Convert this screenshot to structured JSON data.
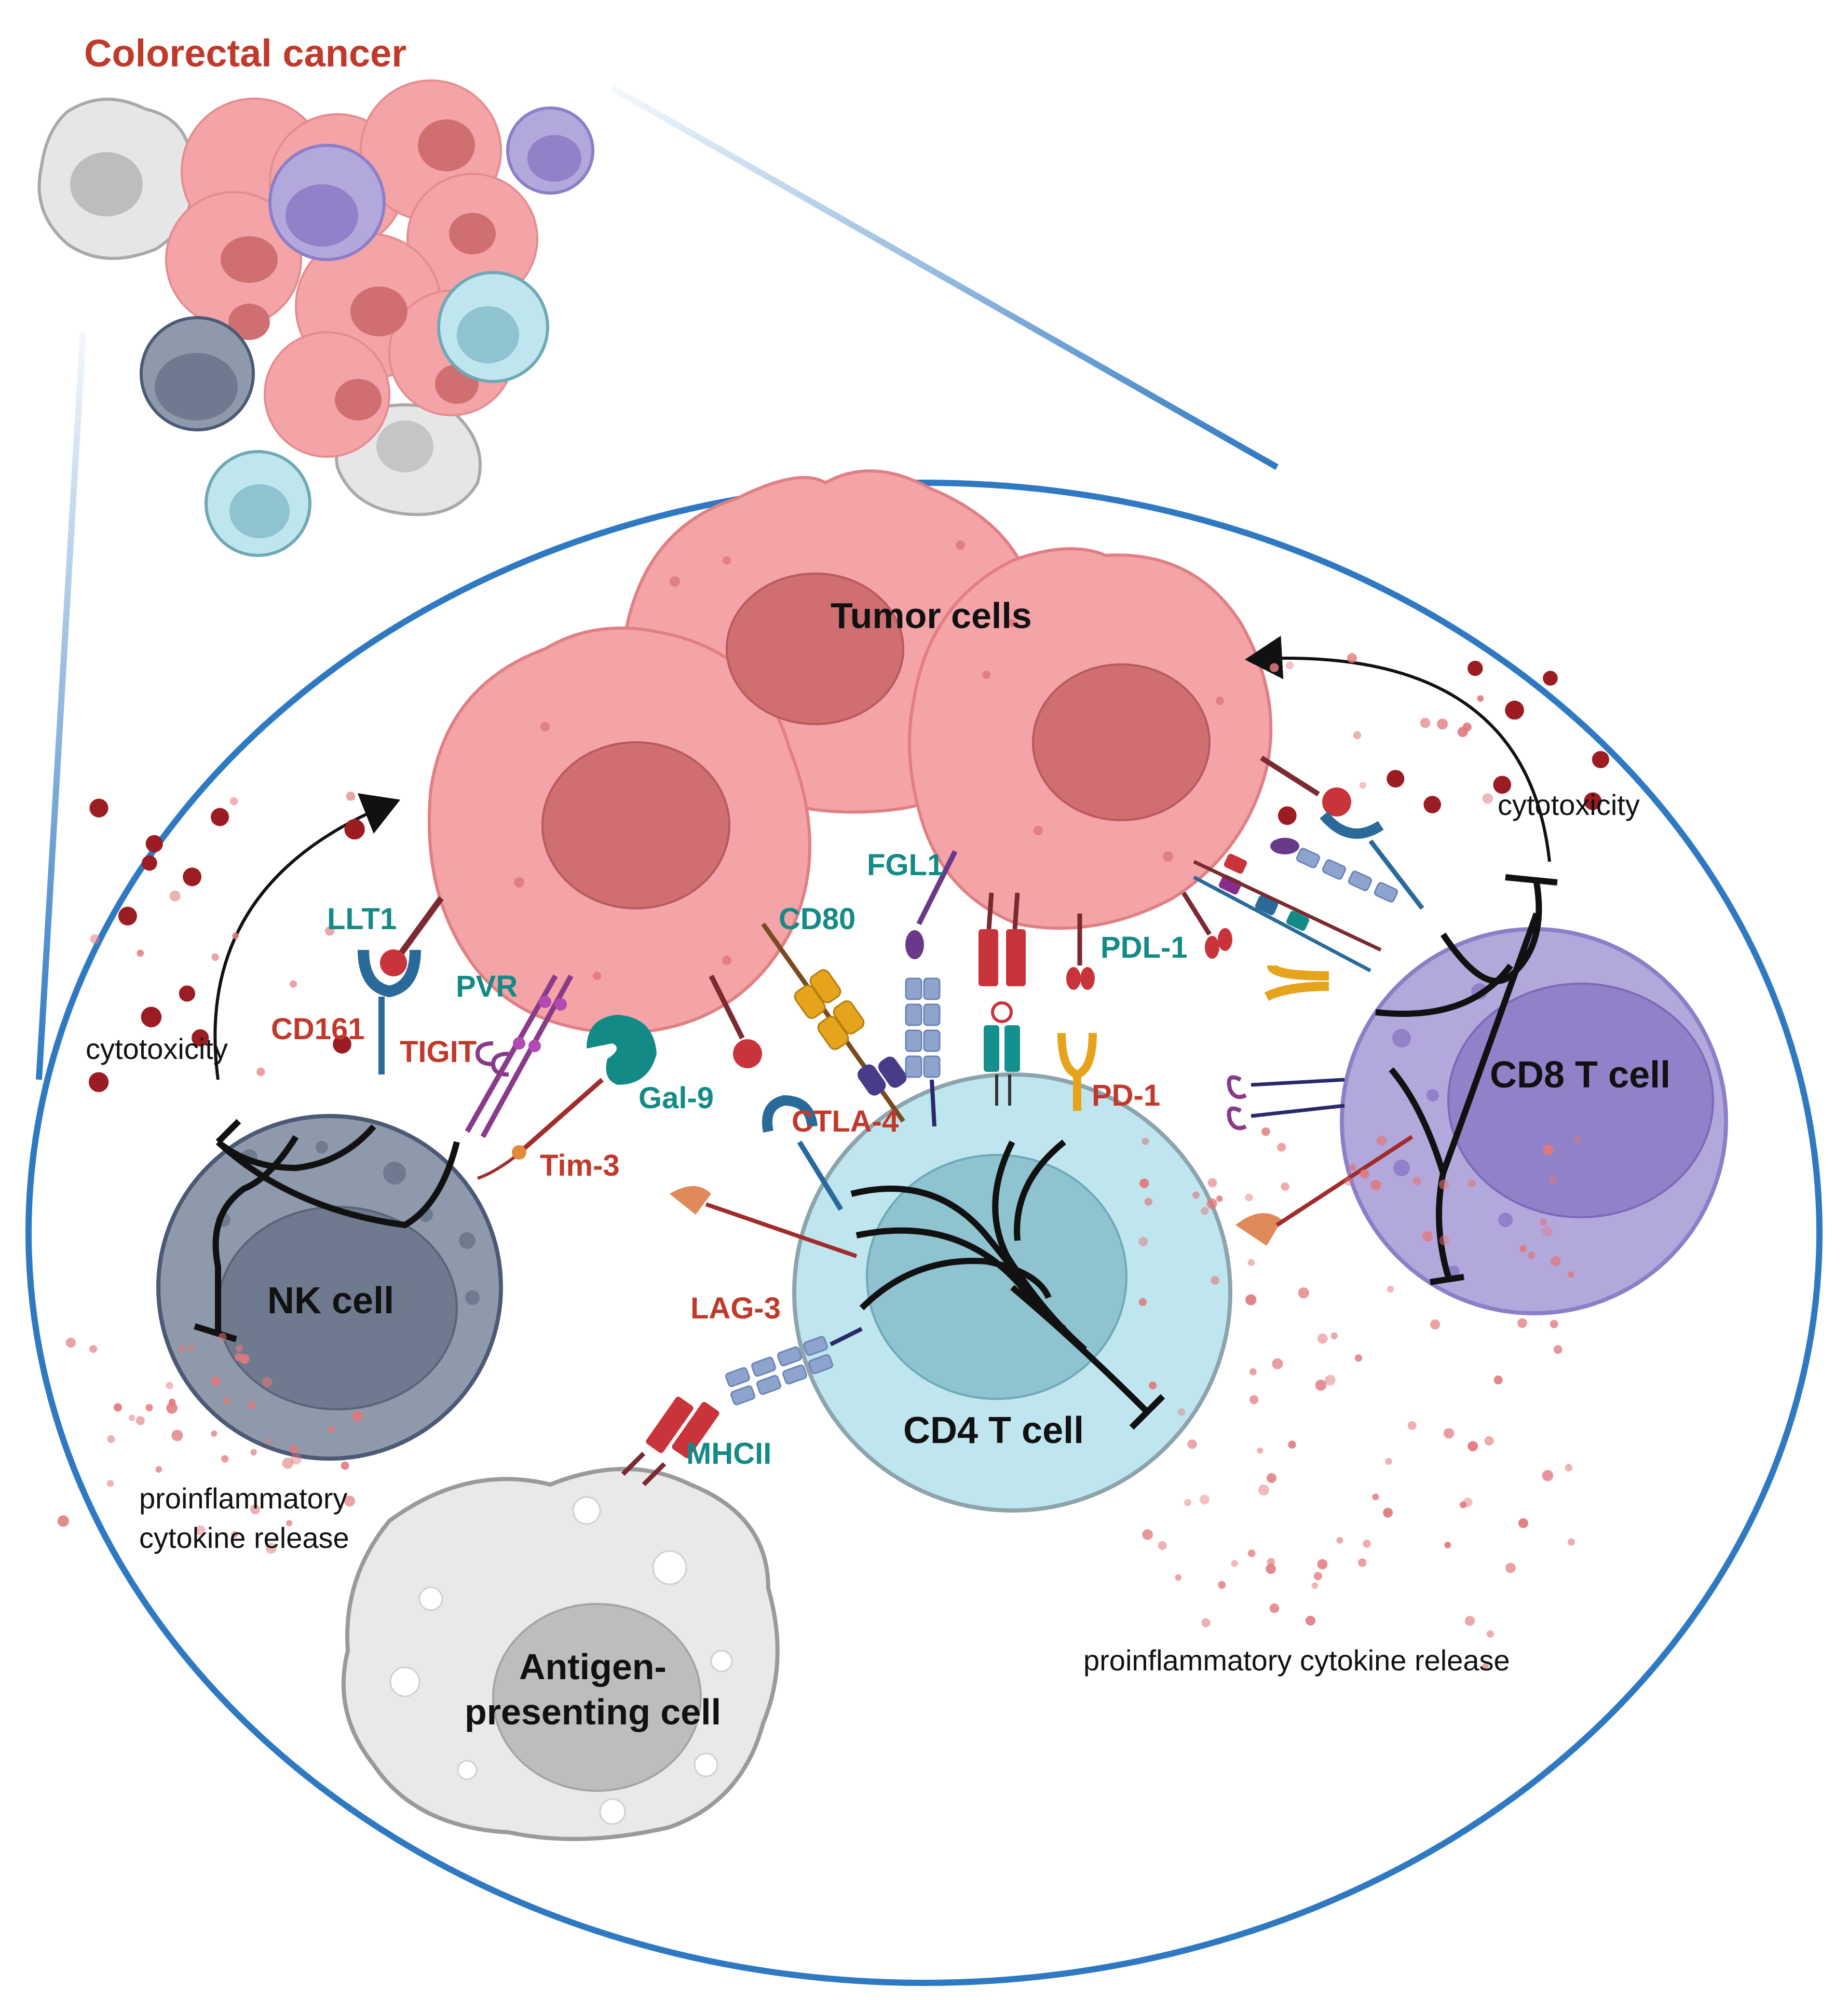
{
  "title": "Colorectal cancer",
  "cells": {
    "tumor": "Tumor cells",
    "nk": "NK cell",
    "cd4": "CD4 T cell",
    "cd8": "CD8 T cell",
    "apc_line1": "Antigen-",
    "apc_line2": "presenting cell"
  },
  "molecules": {
    "llt1": "LLT1",
    "cd161": "CD161",
    "pvr": "PVR",
    "tigit": "TIGIT",
    "gal9": "Gal-9",
    "tim3": "Tim-3",
    "cd80": "CD80",
    "ctla4": "CTLA-4",
    "fgl1": "FGL1",
    "pdl1": "PDL-1",
    "pd1": "PD-1",
    "lag3": "LAG-3",
    "mhcii": "MHCII"
  },
  "annotations": {
    "cytotoxicity_left": "cytotoxicity",
    "cytotoxicity_right": "cytotoxicity",
    "cytokine_left_line1": "proinflammatory",
    "cytokine_left_line2": "cytokine release",
    "cytokine_right": "proinflammatory cytokine release"
  },
  "colors": {
    "red_label": "#c0392b",
    "teal_label": "#138a86",
    "zoom_outline": "#2f79c2",
    "tumor_fill": "#f4a3a6",
    "tumor_nucleus": "#d06f72",
    "nk_fill": "#8e99ab",
    "cd4_fill": "#bfe6ee",
    "cd8_fill": "#b3a8dc",
    "apc_fill": "#e9e9e9",
    "cytokine_dot": "#9b1c22"
  }
}
